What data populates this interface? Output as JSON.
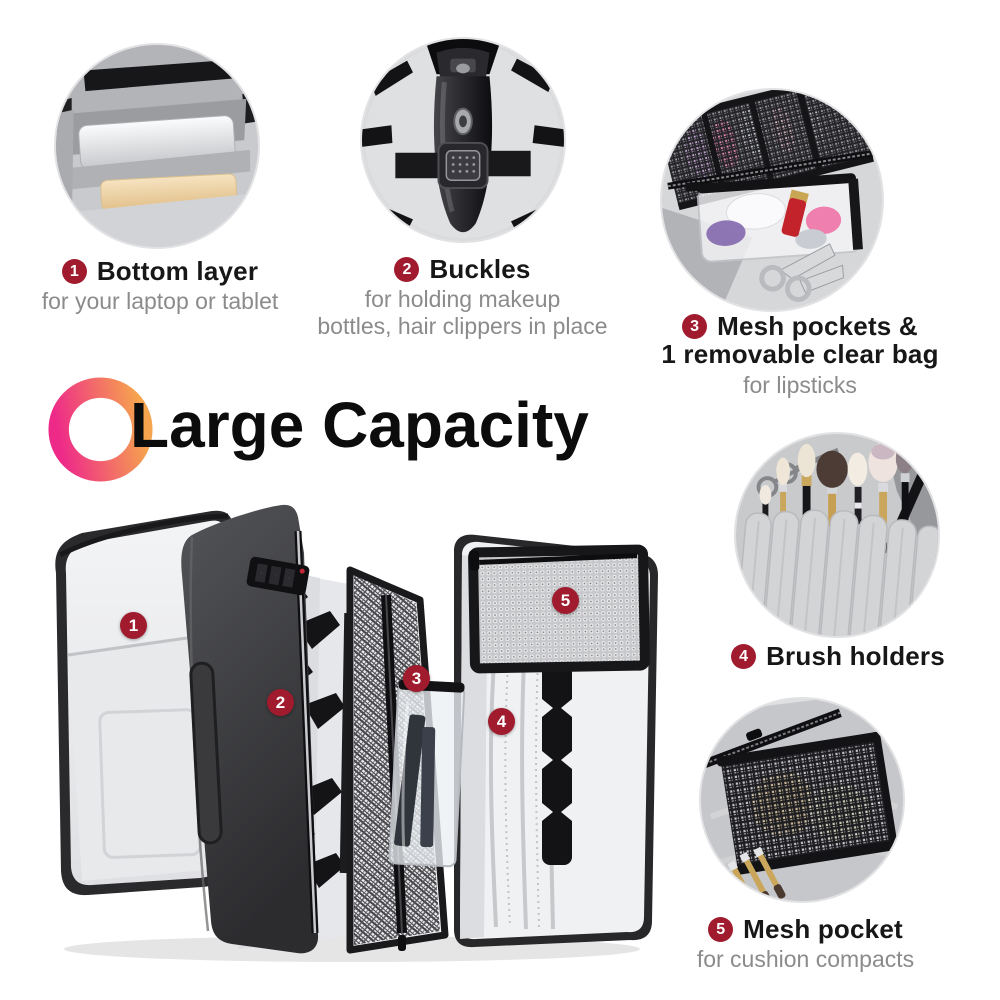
{
  "title": "Large Capacity",
  "colors": {
    "badge_red": "#9f1b2d",
    "heading_text": "#171717",
    "sub_text": "#8b8b8b",
    "ring_pink": "#ee2a89",
    "ring_orange": "#f6a44e"
  },
  "features": [
    {
      "num": "1",
      "heading_lines": [
        "Bottom layer"
      ],
      "sub_lines": [
        "for your laptop or tablet"
      ]
    },
    {
      "num": "2",
      "heading_lines": [
        "Buckles"
      ],
      "sub_lines": [
        "for holding makeup",
        "bottles, hair clippers in place"
      ]
    },
    {
      "num": "3",
      "heading_lines": [
        "Mesh pockets &",
        "1 removable clear bag"
      ],
      "sub_lines": [
        "for lipsticks"
      ]
    },
    {
      "num": "4",
      "heading_lines": [
        "Brush holders"
      ],
      "sub_lines": []
    },
    {
      "num": "5",
      "heading_lines": [
        "Mesh pocket"
      ],
      "sub_lines": [
        "for cushion compacts"
      ]
    }
  ],
  "markers": [
    {
      "num": "1"
    },
    {
      "num": "2"
    },
    {
      "num": "3"
    },
    {
      "num": "4"
    },
    {
      "num": "5"
    }
  ],
  "photos": {
    "bottom_layer": "bottom compartment holding laptop and tablet",
    "buckles": "hair clipper held by elastic buckle",
    "mesh_pockets": "mesh pockets with clear bag of lipsticks",
    "brush_holders": "makeup brushes in fabric slots",
    "mesh_pocket": "mesh pocket with cushion compacts"
  }
}
